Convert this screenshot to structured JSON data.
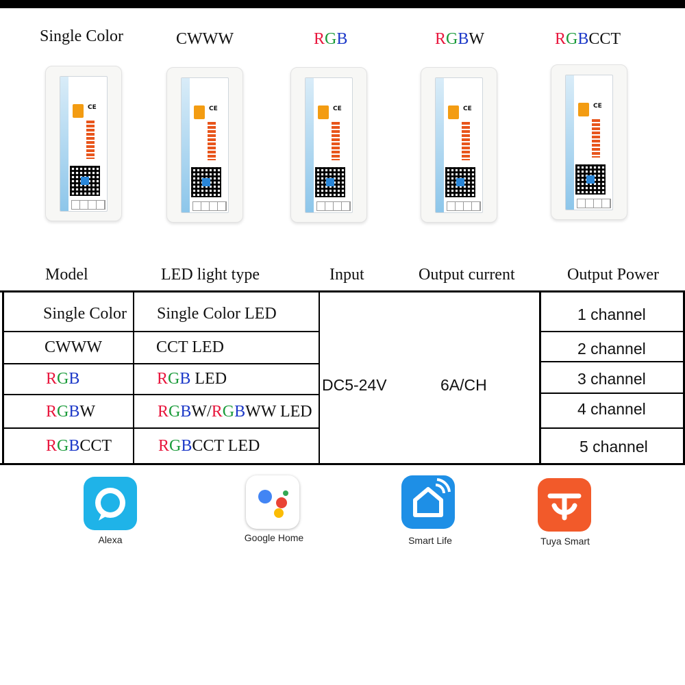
{
  "controllers": [
    {
      "label": "Single Color",
      "colored": false
    },
    {
      "label": "CWWW",
      "colored": false
    },
    {
      "label": "RGB",
      "colored": true
    },
    {
      "label": "RGBW",
      "colored": true
    },
    {
      "label": "RGBCCT",
      "colored": true
    }
  ],
  "table": {
    "headers": {
      "model": "Model",
      "led_type": "LED light type",
      "input": "Input",
      "output_current": "Output current",
      "output_power": "Output Power"
    },
    "rows": [
      {
        "model": "Single Color",
        "led": "Single Color LED",
        "power": "1 channel"
      },
      {
        "model": "CWWW",
        "led": "CCT LED",
        "power": "2 channel"
      },
      {
        "model": "RGB",
        "led": "RGB LED",
        "power": "3 channel"
      },
      {
        "model": "RGBW",
        "led": "RGBW/RGBWW LED",
        "power": "4 channel"
      },
      {
        "model": "RGBCCT",
        "led": "RGBCCT LED",
        "power": "5 channel"
      }
    ],
    "input": "DC5-24V",
    "output_current": "6A/CH"
  },
  "apps": [
    {
      "label": "Alexa",
      "icon": "alexa-icon",
      "color": "#1fb3e8"
    },
    {
      "label": "Google Home",
      "icon": "google-assistant-icon",
      "color": "#ffffff"
    },
    {
      "label": "Smart Life",
      "icon": "smart-life-house-icon",
      "color": "#1e8fe6"
    },
    {
      "label": "Tuya Smart",
      "icon": "tuya-icon",
      "color": "#f25a2a"
    }
  ],
  "colors": {
    "red": "#e8163c",
    "green": "#1a9b3a",
    "blue": "#1b38c8"
  }
}
